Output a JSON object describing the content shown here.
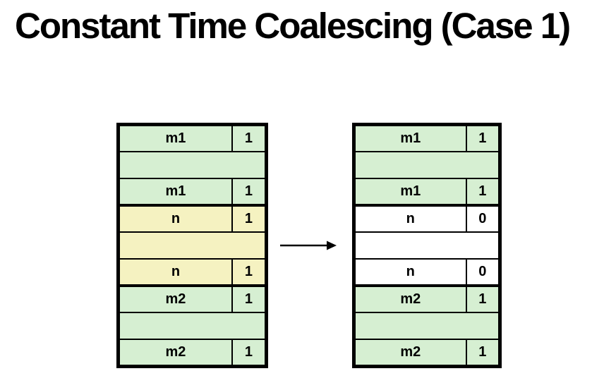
{
  "title": "Constant Time Coalescing (Case 1)",
  "colors": {
    "allocated_green": "#d6efd2",
    "freeing_yellow": "#f5f2c1",
    "freed_white": "#ffffff",
    "border": "#000000"
  },
  "arrow": {
    "icon": "right-arrow"
  },
  "before_block": {
    "rows": [
      {
        "label": "m1",
        "bit": "1"
      },
      {
        "label": "",
        "bit": ""
      },
      {
        "label": "m1",
        "bit": "1"
      },
      {
        "label": "n",
        "bit": "1"
      },
      {
        "label": "",
        "bit": ""
      },
      {
        "label": "n",
        "bit": "1"
      },
      {
        "label": "m2",
        "bit": "1"
      },
      {
        "label": "",
        "bit": ""
      },
      {
        "label": "m2",
        "bit": "1"
      }
    ]
  },
  "after_block": {
    "rows": [
      {
        "label": "m1",
        "bit": "1"
      },
      {
        "label": "",
        "bit": ""
      },
      {
        "label": "m1",
        "bit": "1"
      },
      {
        "label": "n",
        "bit": "0"
      },
      {
        "label": "",
        "bit": ""
      },
      {
        "label": "n",
        "bit": "0"
      },
      {
        "label": "m2",
        "bit": "1"
      },
      {
        "label": "",
        "bit": ""
      },
      {
        "label": "m2",
        "bit": "1"
      }
    ]
  }
}
